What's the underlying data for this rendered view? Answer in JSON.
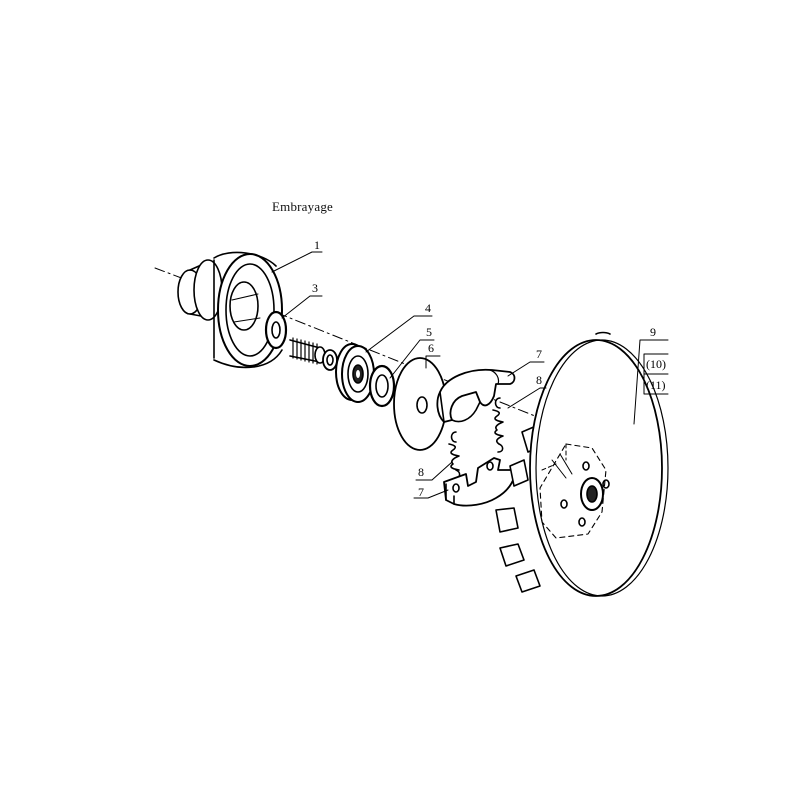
{
  "diagram": {
    "title": "Embrayage",
    "callouts": [
      {
        "id": "c1",
        "label": "1"
      },
      {
        "id": "c3",
        "label": "3"
      },
      {
        "id": "c4",
        "label": "4"
      },
      {
        "id": "c5",
        "label": "5"
      },
      {
        "id": "c6",
        "label": "6"
      },
      {
        "id": "c7a",
        "label": "7"
      },
      {
        "id": "c8a",
        "label": "8"
      },
      {
        "id": "c8b",
        "label": "8"
      },
      {
        "id": "c7b",
        "label": "7"
      },
      {
        "id": "c9",
        "label": "9"
      },
      {
        "id": "c10",
        "label": "(10)"
      },
      {
        "id": "c11",
        "label": "(11)"
      }
    ]
  }
}
